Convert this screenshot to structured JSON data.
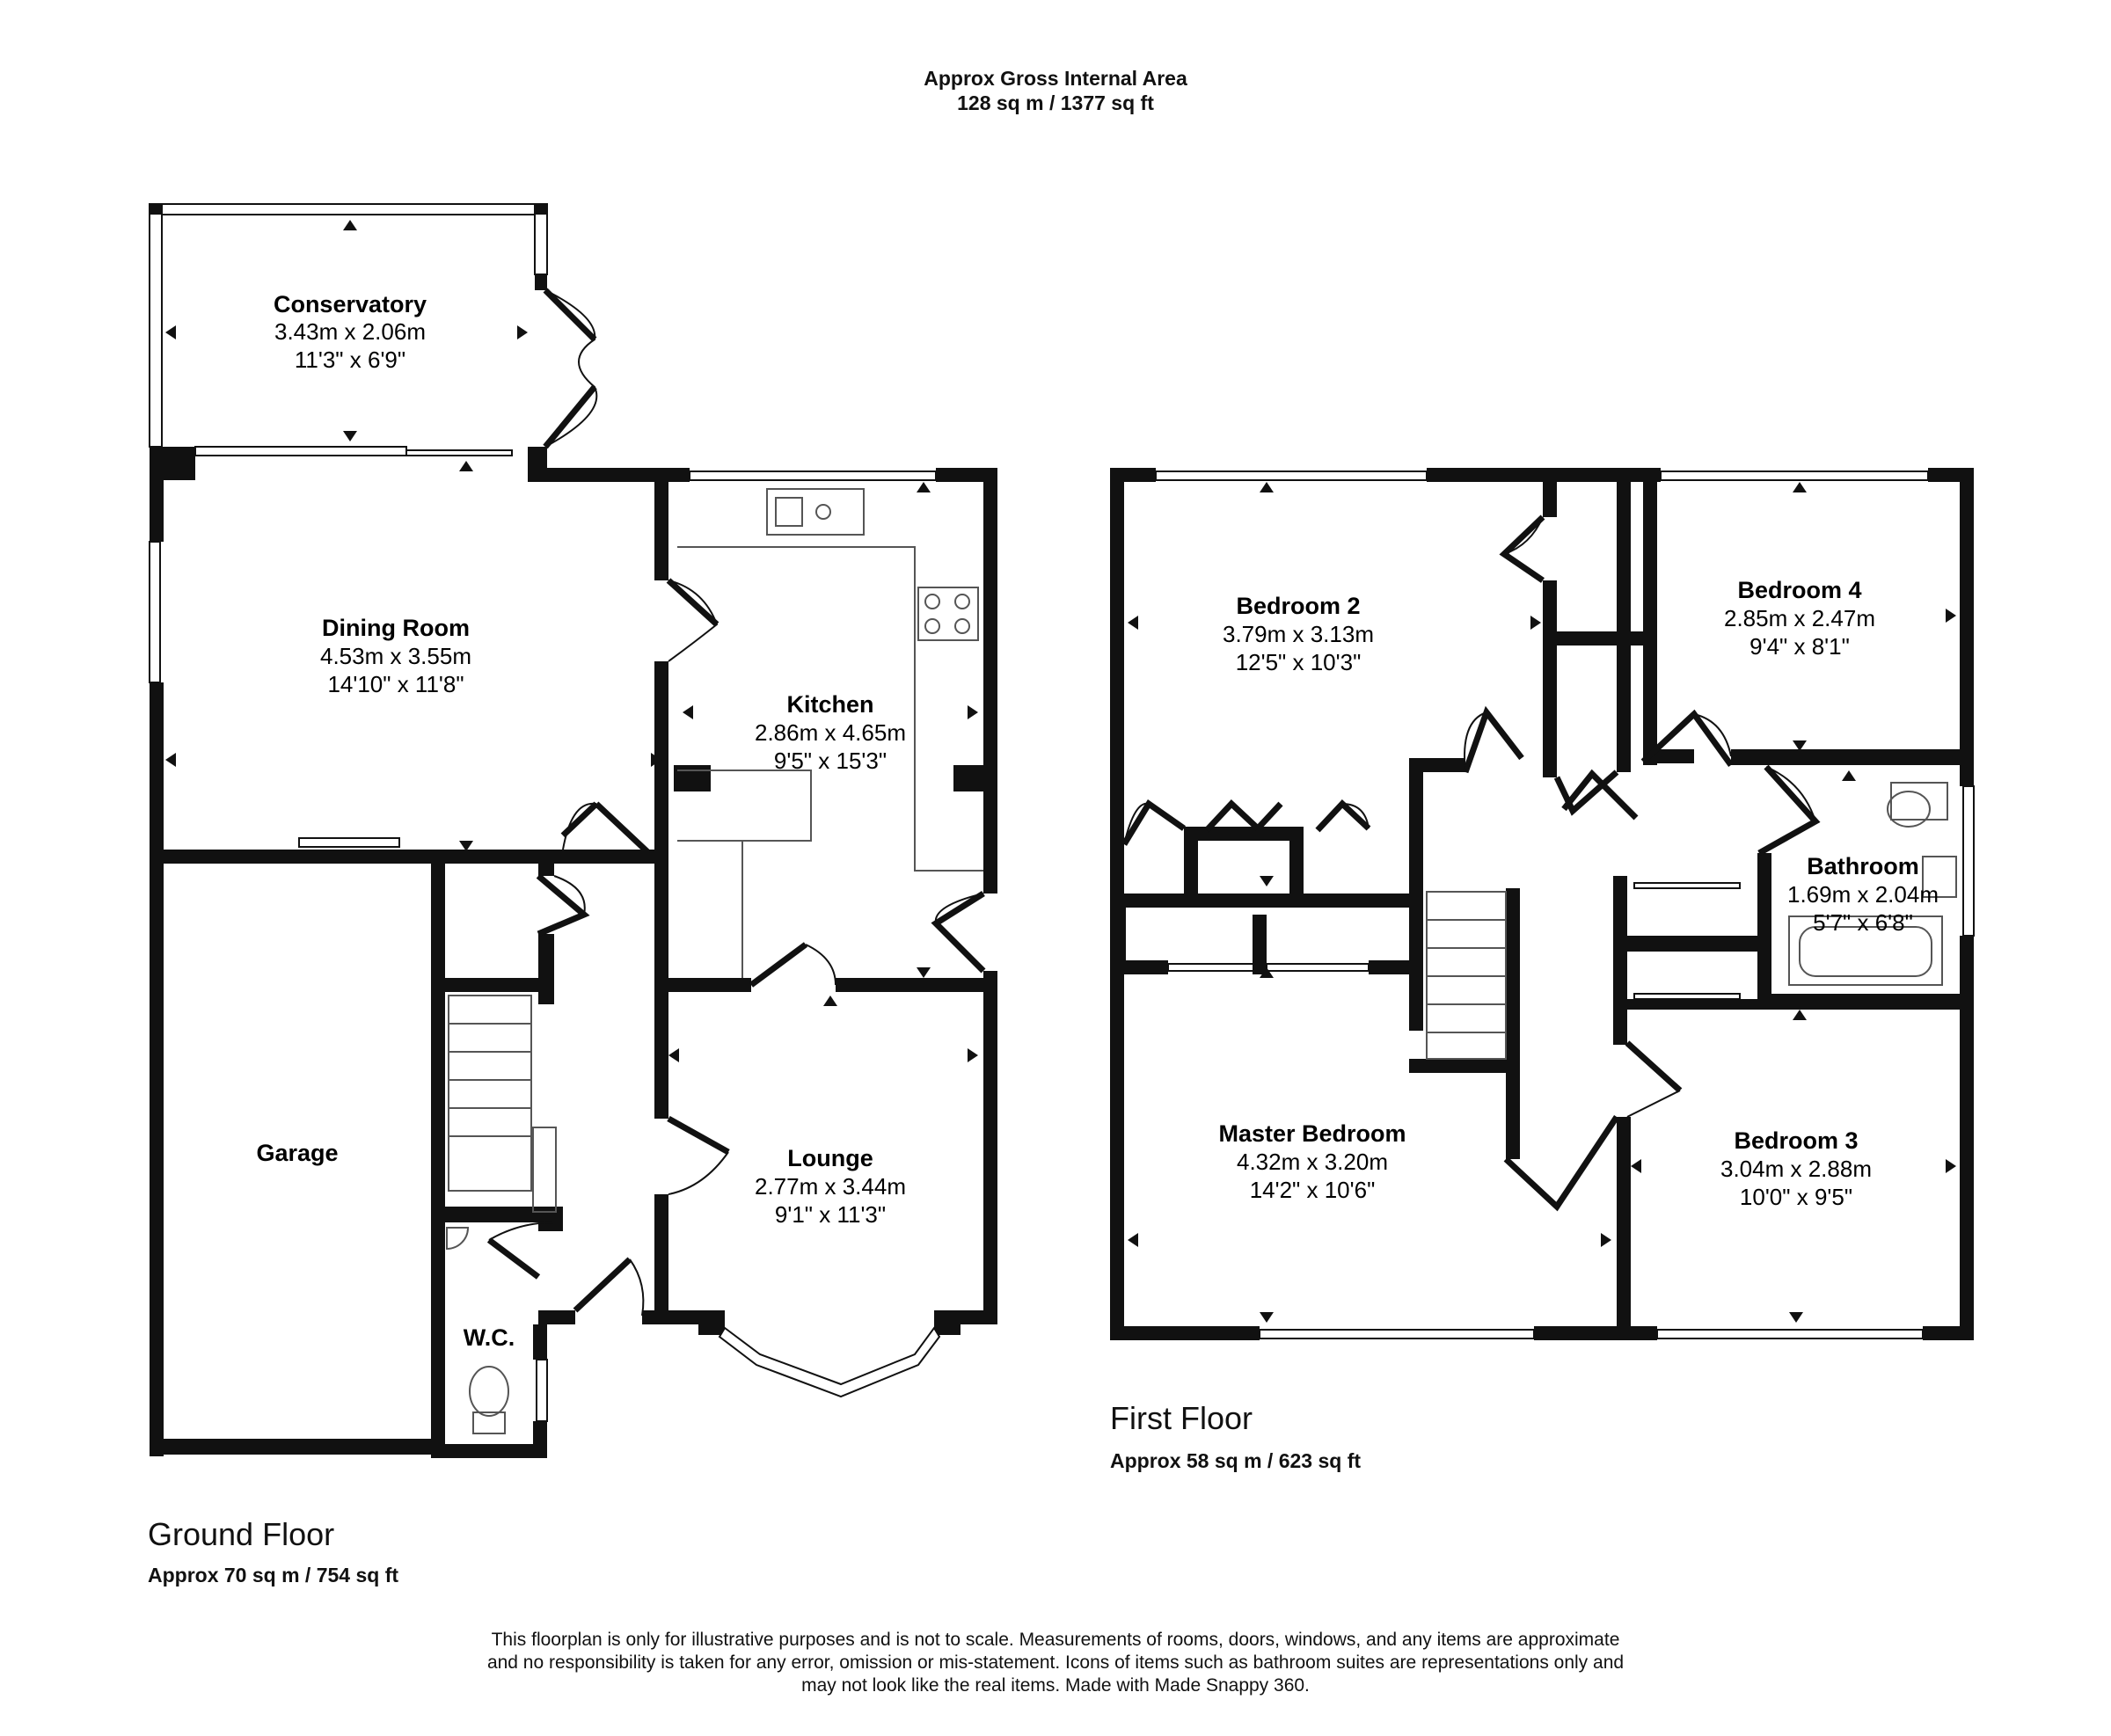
{
  "header": {
    "line1": "Approx Gross Internal Area",
    "line2": "128 sq m / 1377 sq ft"
  },
  "ground_floor": {
    "title": "Ground Floor",
    "area": "Approx 70 sq m / 754 sq ft",
    "rooms": {
      "conservatory": {
        "name": "Conservatory",
        "metric": "3.43m x 2.06m",
        "imperial": "11'3\" x 6'9\""
      },
      "dining": {
        "name": "Dining Room",
        "metric": "4.53m x 3.55m",
        "imperial": "14'10\" x 11'8\""
      },
      "kitchen": {
        "name": "Kitchen",
        "metric": "2.86m x 4.65m",
        "imperial": "9'5\" x 15'3\""
      },
      "lounge": {
        "name": "Lounge",
        "metric": "2.77m x 3.44m",
        "imperial": "9'1\" x 11'3\""
      },
      "garage": {
        "name": "Garage"
      },
      "wc": {
        "name": "W.C."
      }
    }
  },
  "first_floor": {
    "title": "First Floor",
    "area": "Approx 58 sq m / 623 sq ft",
    "rooms": {
      "bedroom2": {
        "name": "Bedroom 2",
        "metric": "3.79m x 3.13m",
        "imperial": "12'5\" x 10'3\""
      },
      "bedroom4": {
        "name": "Bedroom 4",
        "metric": "2.85m x 2.47m",
        "imperial": "9'4\" x 8'1\""
      },
      "bathroom": {
        "name": "Bathroom",
        "metric": "1.69m x 2.04m",
        "imperial": "5'7\" x 6'8\""
      },
      "master": {
        "name": "Master Bedroom",
        "metric": "4.32m x 3.20m",
        "imperial": "14'2\" x 10'6\""
      },
      "bedroom3": {
        "name": "Bedroom 3",
        "metric": "3.04m x 2.88m",
        "imperial": "10'0\" x 9'5\""
      }
    }
  },
  "disclaimer": {
    "line1": "This floorplan is only for illustrative purposes and is not to scale. Measurements of rooms, doors, windows, and any items are approximate",
    "line2": "and no responsibility is taken for any error, omission or mis-statement. Icons of items such as bathroom suites are representations only and",
    "line3": "may not look like the real items. Made with Made Snappy 360."
  }
}
